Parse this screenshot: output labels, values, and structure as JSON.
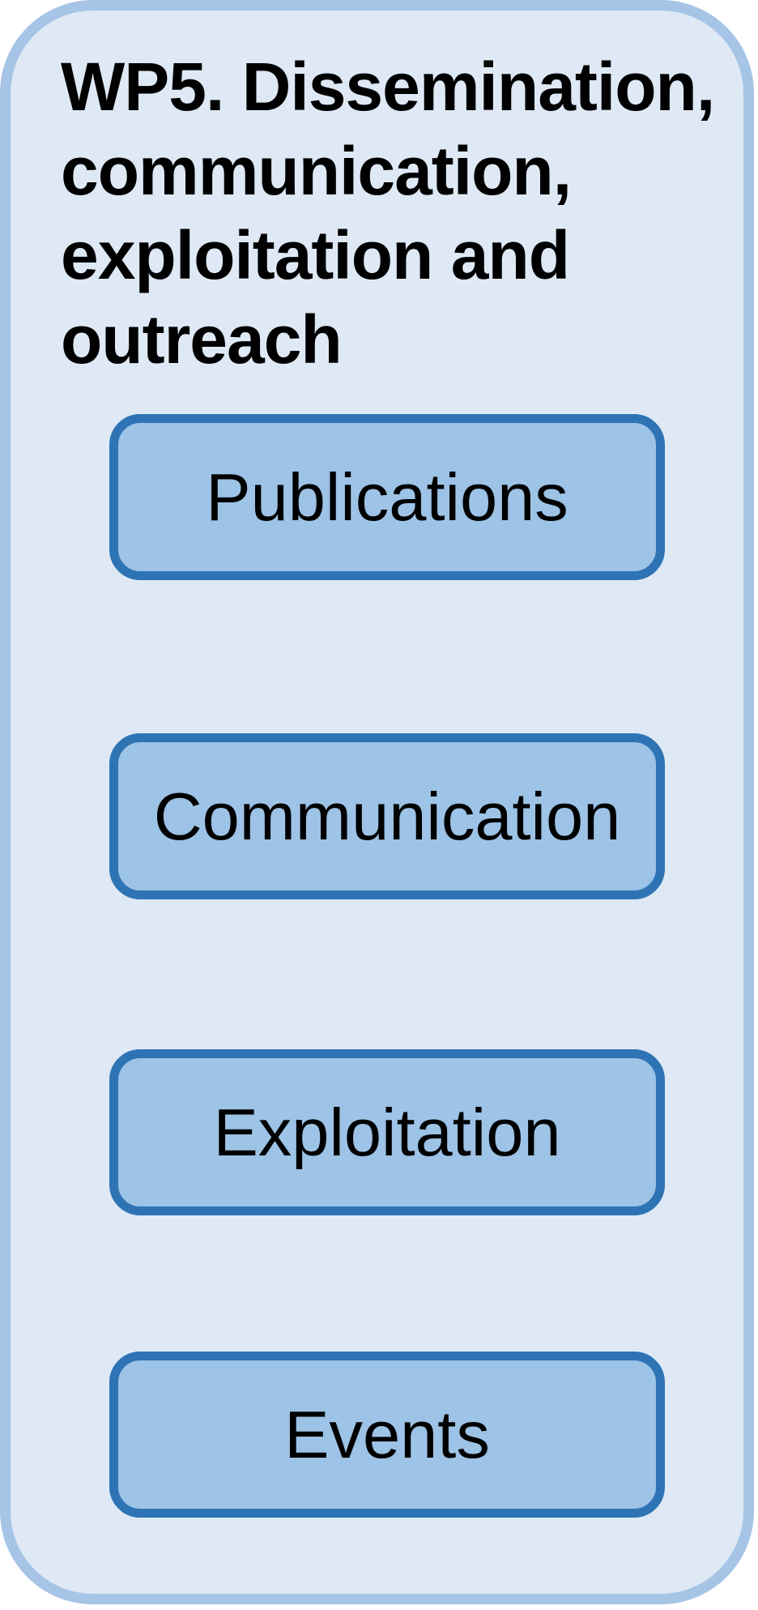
{
  "diagram": {
    "title": "WP5. Dissemination, communication, exploitation and outreach",
    "buttons": [
      {
        "id": "publications",
        "label": "Publications"
      },
      {
        "id": "communication",
        "label": "Communication"
      },
      {
        "id": "exploitation",
        "label": "Exploitation"
      },
      {
        "id": "events",
        "label": "Events"
      }
    ],
    "colors": {
      "page_bg": "#ffffff",
      "container_fill": "#dee9f5",
      "container_border": "#a6c4e6",
      "button_fill": "#9dc3e6",
      "button_border": "#2e74b5",
      "title_text": "#000000",
      "button_text": "#000000"
    }
  }
}
